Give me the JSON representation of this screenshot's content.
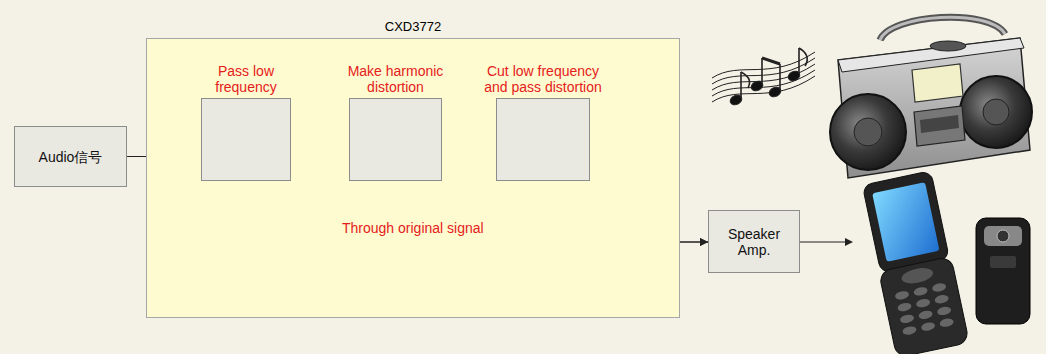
{
  "diagram": {
    "nodes": [
      {
        "text": [
          "Audio信号"
        ]
      },
      {
        "text": [
          "CXD3772"
        ]
      },
      {
        "text": [
          "Pass low frequency"
        ],
        "in": 1
      },
      {
        "text": [
          "Make harmonic distortion"
        ],
        "in": 1
      },
      {
        "text": [
          "Cut low frequency and pass distortion"
        ],
        "in": 1
      },
      {
        "text": [
          "Speaker Amp."
        ]
      }
    ],
    "edges": [
      {
        "from": 0,
        "to": 2,
        "arrow": "to"
      },
      {
        "from": 2,
        "to": 3,
        "arrow": "to"
      },
      {
        "from": 3,
        "to": 4,
        "arrow": "to"
      },
      {
        "from": 4,
        "to": 5,
        "arrow": "to"
      },
      {
        "from": 0,
        "to": 5,
        "label": "Through original signal",
        "arrow": "to"
      }
    ]
  }
}
